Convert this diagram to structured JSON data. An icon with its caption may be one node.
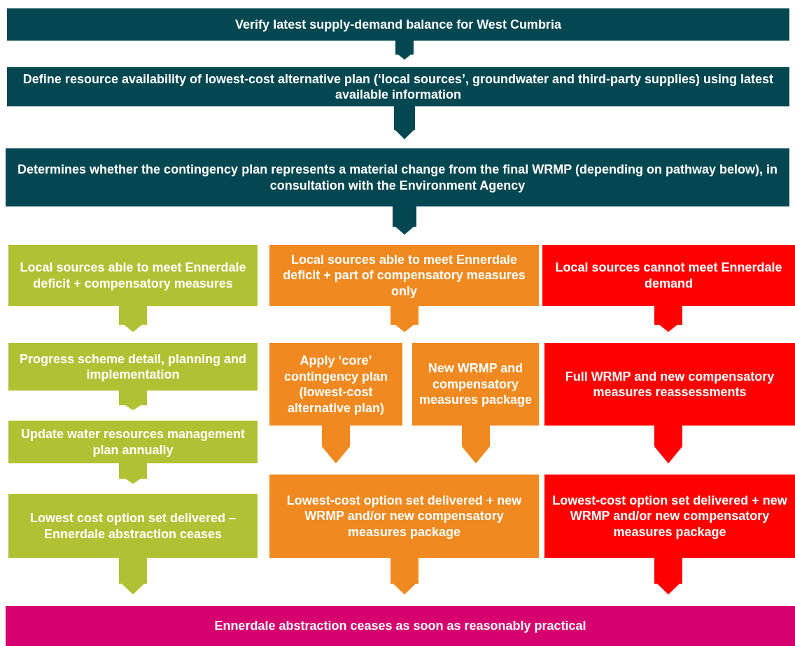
{
  "diagram": {
    "nodes": [
      {
        "text": [
          "Verify latest supply-demand balance for West Cumbria"
        ]
      },
      {
        "text": [
          "Define resource availability of lowest-cost alternative plan (‘local sources’, groundwater and third-party supplies) using latest available information"
        ]
      },
      {
        "text": [
          "Determines whether the contingency plan represents a material change from the final WRMP (depending on pathway below), in consultation with the Environment Agency"
        ]
      },
      {
        "text": [
          "Local sources able to meet Ennerdale deficit + compensatory measures"
        ]
      },
      {
        "text": [
          "Local sources able to meet Ennerdale deficit + part of compensatory measures only"
        ]
      },
      {
        "text": [
          "Local sources cannot meet Ennerdale demand"
        ]
      },
      {
        "text": [
          "Progress scheme detail, planning and implementation"
        ]
      },
      {
        "text": [
          "Update water resources management plan annually"
        ]
      },
      {
        "text": [
          "Lowest cost option set delivered – Ennerdale abstraction ceases"
        ]
      },
      {
        "text": [
          "Apply ‘core’ contingency plan (lowest-cost alternative plan)"
        ]
      },
      {
        "text": [
          "New WRMP and compensatory measures package"
        ]
      },
      {
        "text": [
          "Full WRMP and new compensatory measures reassessments"
        ]
      },
      {
        "text": [
          "Lowest-cost option set delivered + new WRMP and/or new compensatory measures package"
        ]
      },
      {
        "text": [
          "Lowest-cost option set delivered + new WRMP and/or new compensatory measures package"
        ]
      },
      {
        "text": [
          "Ennerdale abstraction ceases as soon as reasonably practical"
        ]
      }
    ],
    "edges": [
      {
        "from": 0,
        "to": 1,
        "arrow": "to",
        "color": "#034751"
      },
      {
        "from": 1,
        "to": 2,
        "arrow": "to",
        "color": "#034751"
      },
      {
        "from": 2,
        "to": 4,
        "arrow": "to",
        "color": "#034751"
      },
      {
        "from": 3,
        "to": 6,
        "arrow": "to",
        "color": "#b0c133"
      },
      {
        "from": 4,
        "to": 9,
        "arrow": "to"
      },
      {
        "from": 4,
        "to": 10,
        "arrow": "to"
      },
      {
        "from": 5,
        "to": 11,
        "arrow": "to",
        "color": "#ff0000"
      },
      {
        "from": 6,
        "to": 7,
        "arrow": "to",
        "color": "#b0c133"
      },
      {
        "from": 7,
        "to": 8,
        "arrow": "to",
        "color": "#b0c133"
      },
      {
        "from": 8,
        "to": 14,
        "arrow": "to",
        "color": "#b0c133"
      },
      {
        "from": 9,
        "to": 12,
        "arrow": "to"
      },
      {
        "from": 10,
        "to": 12,
        "arrow": "to"
      },
      {
        "from": 12,
        "to": 14,
        "arrow": "to"
      },
      {
        "from": 11,
        "to": 13,
        "arrow": "to",
        "color": "#ff0000"
      },
      {
        "from": 13,
        "to": 14,
        "arrow": "to",
        "color": "#ff0000"
      }
    ]
  }
}
